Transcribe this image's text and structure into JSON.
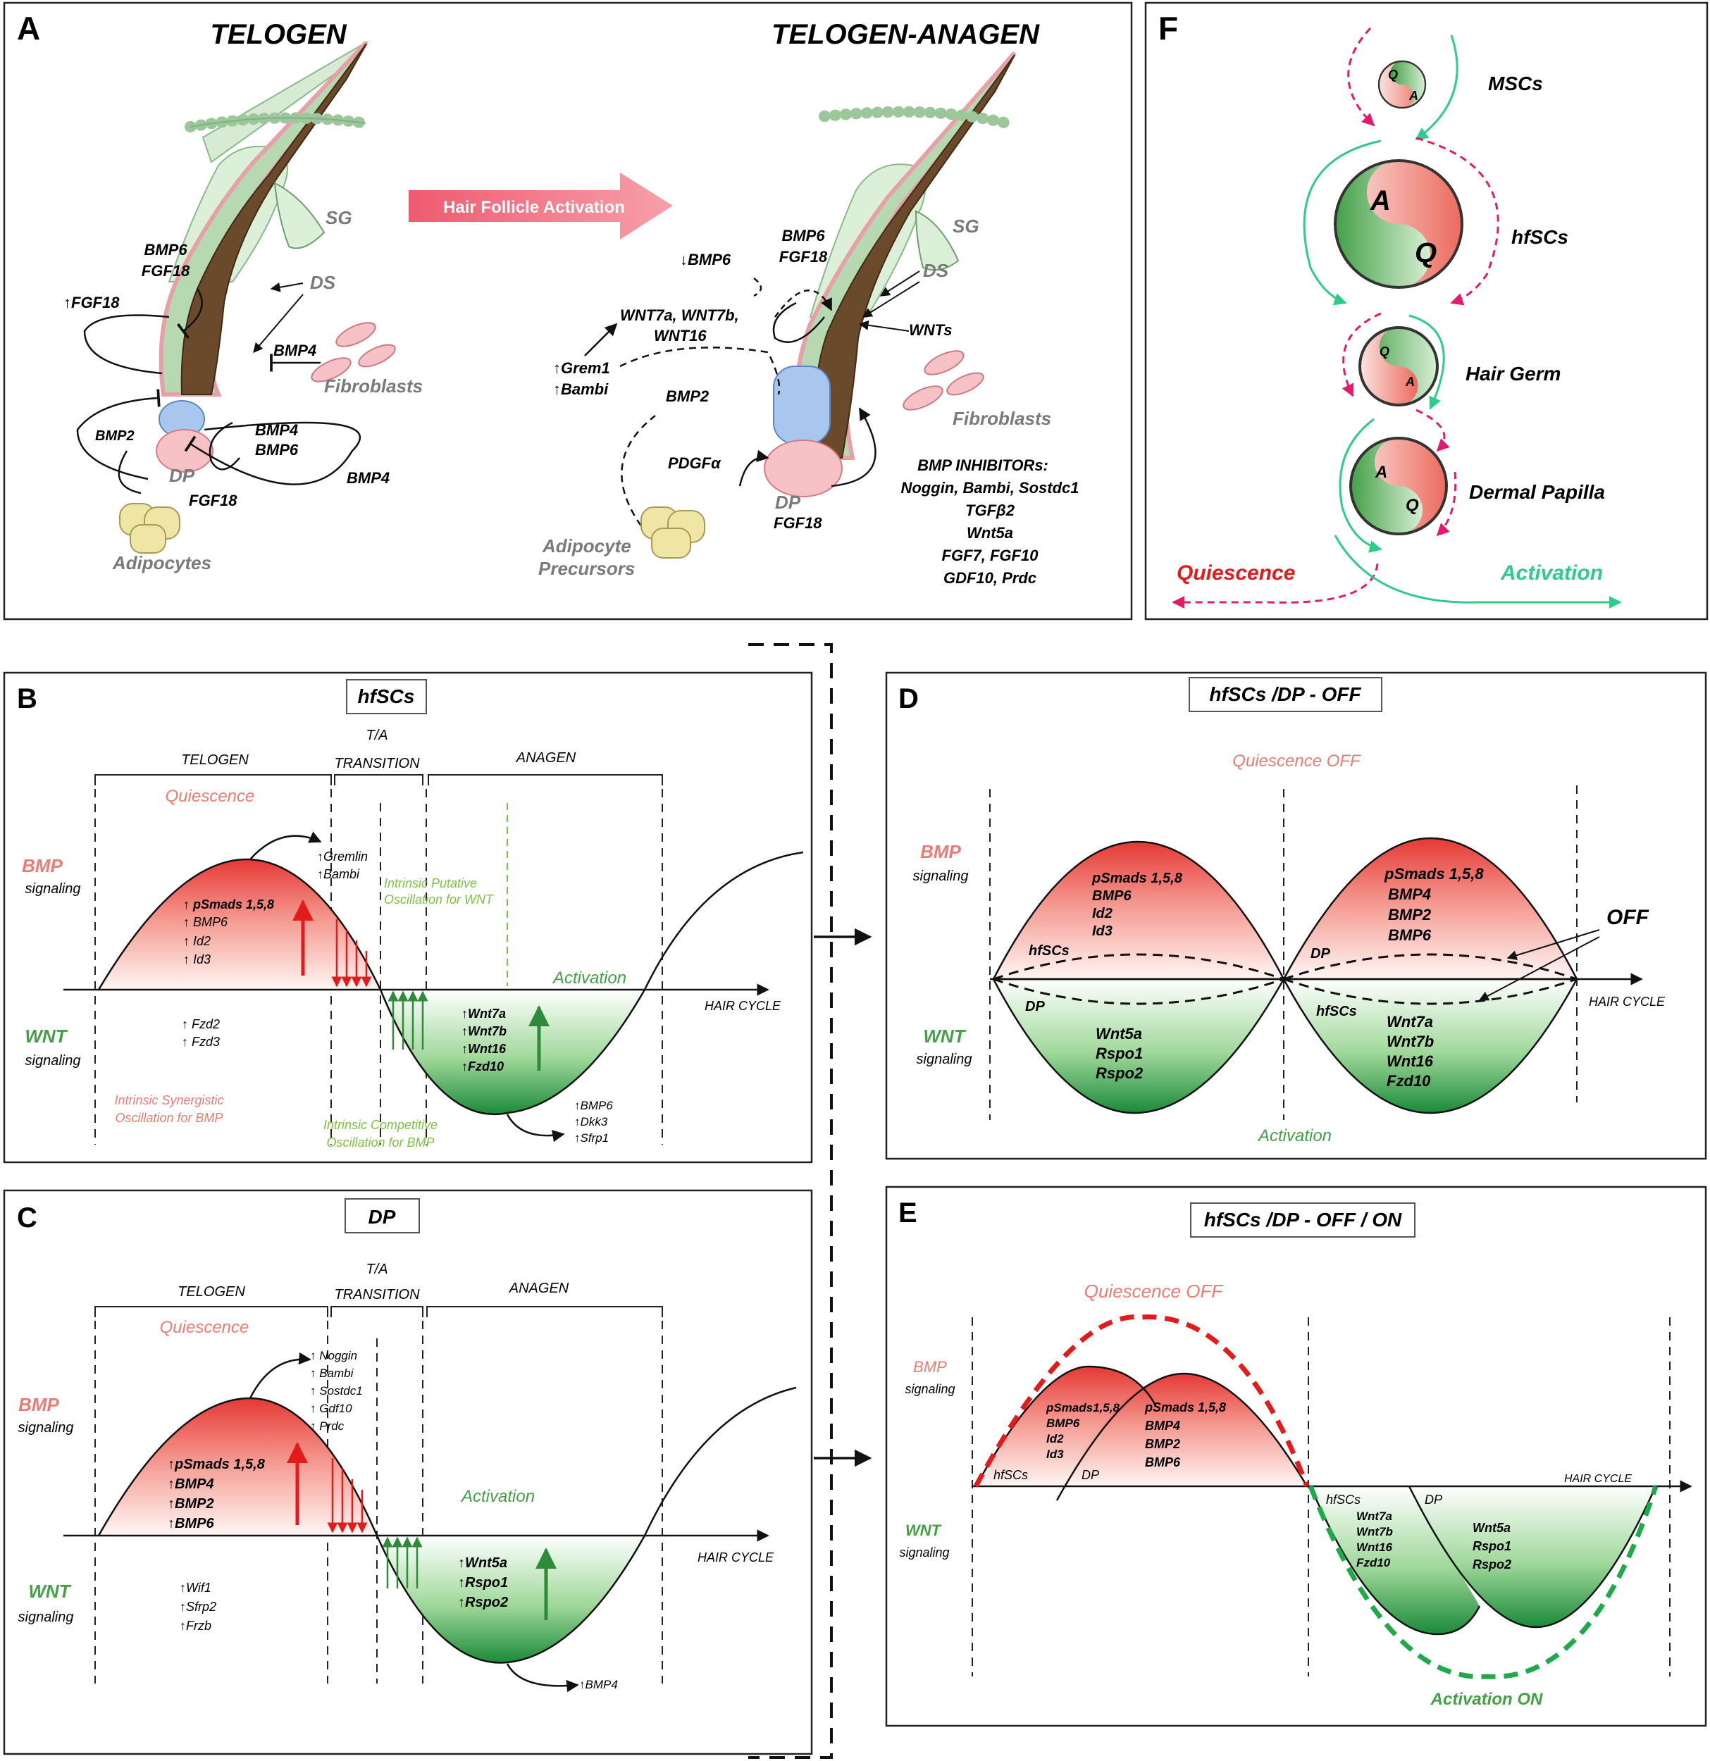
{
  "colors": {
    "red": "#e53935",
    "salmon": "#ee7b72",
    "green": "#43a047",
    "lightgreen": "#7cc243",
    "gray": "#7a7a7a",
    "pink": "#e31b6d",
    "teal": "#2ecc8a"
  },
  "panelA": {
    "letter": "A",
    "left": {
      "title": "TELOGEN",
      "sg": "SG",
      "ds": "DS",
      "fib": "Fibroblasts",
      "dp": "DP",
      "fgf18": "FGF18",
      "adipocytes": "Adipocytes",
      "bmp6": "BMP6",
      "fgf18b": "FGF18",
      "upfgf18": "↑FGF18",
      "bmp4a": "BMP4",
      "bmp2": "BMP2",
      "bmp4b": "BMP4",
      "bmp6b": "BMP6",
      "bmp4c": "BMP4"
    },
    "arrow": "Hair Follicle Activation",
    "right": {
      "title": "TELOGEN-ANAGEN",
      "sg": "SG",
      "ds": "DS",
      "bmp6": "BMP6",
      "fgf18": "FGF18",
      "dbmp6": "↓BMP6",
      "wnt1": "WNT7a, WNT7b,",
      "wnt2": "WNT16",
      "grem": "↑Grem1",
      "bambi": "↑Bambi",
      "bmp2": "BMP2",
      "wnts": "WNTs",
      "fib": "Fibroblasts",
      "pdgf": "PDGFα",
      "dp": "DP",
      "fgf18b": "FGF18",
      "adip1": "Adipocyte",
      "adip2": "Precursors",
      "inhib": [
        "BMP INHIBITORs:",
        "Noggin, Bambi, Sostdc1",
        "TGFβ2",
        "Wnt5a",
        "FGF7, FGF10",
        "GDF10, Prdc"
      ]
    }
  },
  "panelB": {
    "letter": "B",
    "title": "hfSCs",
    "telogen": "TELOGEN",
    "ta1": "T/A",
    "ta2": "TRANSITION",
    "anagen": "ANAGEN",
    "quiescence": "Quiescence",
    "bmp": "BMP",
    "signaling": "signaling",
    "wnt": "WNT",
    "hair_cycle": "HAIR CYCLE",
    "activation": "Activation",
    "bmp_genes": [
      "↑ pSmads 1,5,8",
      "↑ BMP6",
      "↑ Id2",
      "↑ Id3"
    ],
    "wnt_rec": [
      "↑ Fzd2",
      "↑ Fzd3"
    ],
    "inhib": [
      "↑Gremlin",
      "↑Bambi"
    ],
    "wnt_genes": [
      "↑Wnt7a",
      "↑Wnt7b",
      "↑Wnt16",
      "↑Fzd10"
    ],
    "late": [
      "↑BMP6",
      "↑Dkk3",
      "↑Sfrp1"
    ],
    "putative": [
      "Intrinsic Putative",
      "Oscillation for WNT"
    ],
    "synergistic": [
      "Intrinsic Synergistic",
      "Oscillation for BMP"
    ],
    "competitive": [
      "Intrinsic Competitive",
      "Oscillation for BMP"
    ]
  },
  "panelC": {
    "letter": "C",
    "title": "DP",
    "telogen": "TELOGEN",
    "ta1": "T/A",
    "ta2": "TRANSITION",
    "anagen": "ANAGEN",
    "quiescence": "Quiescence",
    "bmp": "BMP",
    "signaling": "signaling",
    "wnt": "WNT",
    "hair_cycle": "HAIR CYCLE",
    "activation": "Activation",
    "bmp_genes": [
      "↑pSmads 1,5,8",
      "↑BMP4",
      "↑BMP2",
      "↑BMP6"
    ],
    "inhib": [
      "↑ Noggin",
      "↑ Bambi",
      "↑ Sostdc1",
      "↑ Gdf10",
      "↑ Prdc"
    ],
    "wnt_inh": [
      "↑Wif1",
      "↑Sfrp2",
      "↑Frzb"
    ],
    "wnt_genes": [
      "↑Wnt5a",
      "↑Rspo1",
      "↑Rspo2"
    ],
    "late": "↑BMP4"
  },
  "panelD": {
    "letter": "D",
    "title": "hfSCs /DP - OFF",
    "q_off": "Quiescence OFF",
    "bmp": "BMP",
    "signaling": "signaling",
    "wnt": "WNT",
    "hair_cycle": "HAIR CYCLE",
    "activation": "Activation",
    "off": "OFF",
    "hfscs": "hfSCs",
    "dp": "DP",
    "b1": [
      "pSmads 1,5,8",
      "BMP6",
      "Id2",
      "Id3"
    ],
    "b2": [
      "pSmads 1,5,8",
      "BMP4",
      "BMP2",
      "BMP6"
    ],
    "w1": [
      "Wnt5a",
      "Rspo1",
      "Rspo2"
    ],
    "w2": [
      "Wnt7a",
      "Wnt7b",
      "Wnt16",
      "Fzd10"
    ]
  },
  "panelE": {
    "letter": "E",
    "title": "hfSCs /DP - OFF / ON",
    "q_off": "Quiescence OFF",
    "bmp": "BMP",
    "signaling": "signaling",
    "wnt": "WNT",
    "hair_cycle": "HAIR CYCLE",
    "act_on": "Activation ON",
    "hfscs": "hfSCs",
    "dp": "DP",
    "b1": [
      "pSmads1,5,8",
      "BMP6",
      "Id2",
      "Id3"
    ],
    "b2": [
      "pSmads 1,5,8",
      "BMP4",
      "BMP2",
      "BMP6"
    ],
    "w1": [
      "Wnt7a",
      "Wnt7b",
      "Wnt16",
      "Fzd10"
    ],
    "w2": [
      "Wnt5a",
      "Rspo1",
      "Rspo2"
    ]
  },
  "panelF": {
    "letter": "F",
    "mscs": "MSCs",
    "hfscs": "hfSCs",
    "hair_germ": "Hair Germ",
    "dermal_papilla": "Dermal Papilla",
    "quiescence": "Quiescence",
    "activation": "Activation",
    "q": "Q",
    "a": "A"
  }
}
